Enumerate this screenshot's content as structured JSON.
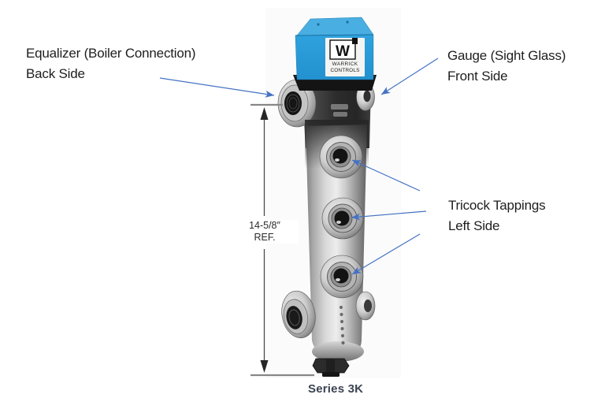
{
  "diagram": {
    "caption": "Series 3K",
    "labels": {
      "equalizer": {
        "line1": "Equalizer (Boiler Connection)",
        "line2": "Back Side"
      },
      "gauge": {
        "line1": "Gauge (Sight Glass)",
        "line2": "Front Side"
      },
      "tricock": {
        "line1": "Tricock Tappings",
        "line2": "Left Side"
      }
    },
    "dimension": {
      "value": "14-5/8″",
      "ref": "REF."
    },
    "device": {
      "brand": {
        "logo_letter": "W",
        "name_line1": "WARRICK",
        "name_line2": "CONTROLS"
      }
    },
    "colors": {
      "leader_line": "#4472c4",
      "control_box_blue": "#2d9edb",
      "dimension_line": "#4a4a4a",
      "caption_text": "#3b4351",
      "label_text": "#1e1e1e"
    }
  }
}
